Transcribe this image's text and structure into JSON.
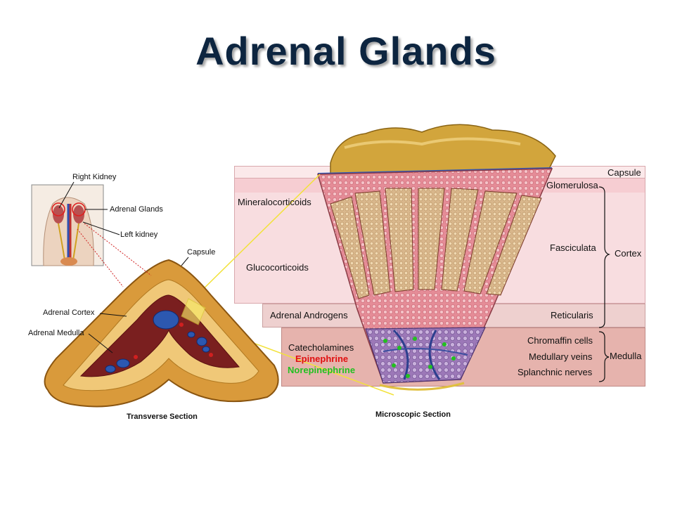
{
  "title": "Adrenal Glands",
  "inset": {
    "right_kidney": "Right Kidney",
    "adrenal_glands": "Adrenal Glands",
    "left_kidney": "Left kidney"
  },
  "transverse": {
    "capsule": "Capsule",
    "adrenal_cortex": "Adrenal Cortex",
    "adrenal_medulla": "Adrenal Medulla",
    "caption": "Transverse Section"
  },
  "microscopic": {
    "caption": "Microscopic Section"
  },
  "layers": {
    "capsule": "Capsule",
    "glomerulosa": "Glomerulosa",
    "fasciculata": "Fasciculata",
    "reticularis": "Reticularis",
    "cortex": "Cortex",
    "chromaffin": "Chromaffin cells",
    "medullary_veins": "Medullary veins",
    "splanchnic": "Splanchnic nerves",
    "medulla": "Medulla"
  },
  "hormones": {
    "mineralocorticoids": "Mineralocorticoids",
    "glucocorticoids": "Glucocorticoids",
    "androgens": "Adrenal Androgens",
    "catecholamines": "Catecholamines",
    "epinephrine": "Epinephrine",
    "norepinephrine": "Norepinephrine"
  },
  "colors": {
    "title": "#0d2540",
    "epinephrine": "#e01010",
    "norepinephrine": "#22c020",
    "cortex_band": "#f8dde0",
    "medulla_band": "#e8b6b0"
  }
}
